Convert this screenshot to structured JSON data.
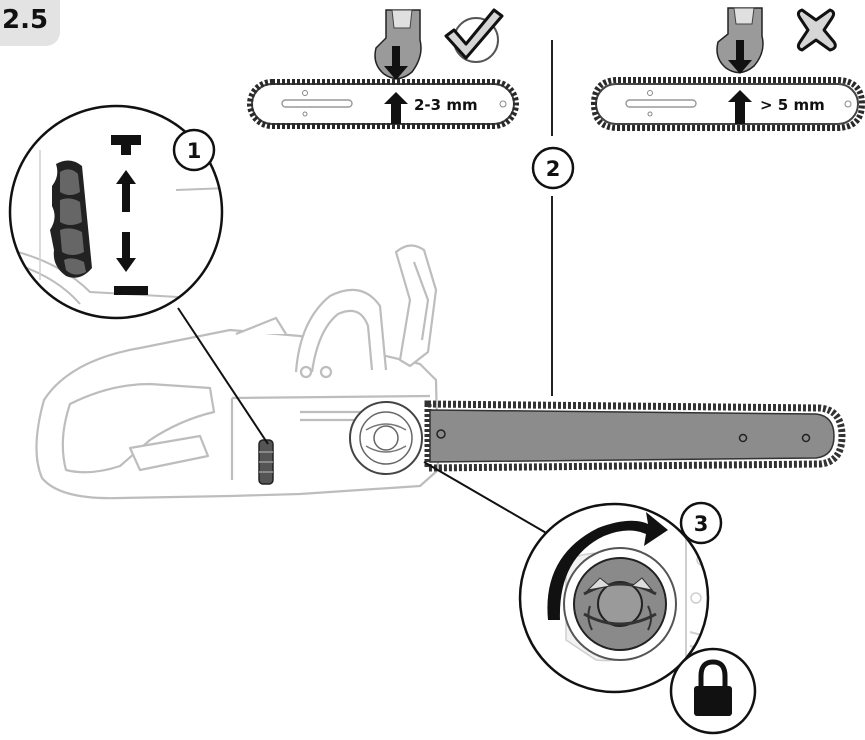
{
  "section": {
    "number": "2.5"
  },
  "tension": {
    "correct": {
      "gap_label": "2-3 mm",
      "icon": "checkmark-icon"
    },
    "incorrect": {
      "gap_label": "> 5 mm",
      "icon": "cross-icon"
    }
  },
  "callouts": {
    "one": "1",
    "two": "2",
    "three": "3"
  },
  "icons": {
    "plus": "plus-icon",
    "minus": "minus-icon",
    "lock": "padlock-icon",
    "rotate": "clockwise-arrow-icon"
  },
  "colors": {
    "ink": "#111111",
    "outline": "#bdbdbd",
    "chain": "#3a3a3a",
    "bar": "#8c8c8c",
    "tab": "#e3e3e3"
  }
}
